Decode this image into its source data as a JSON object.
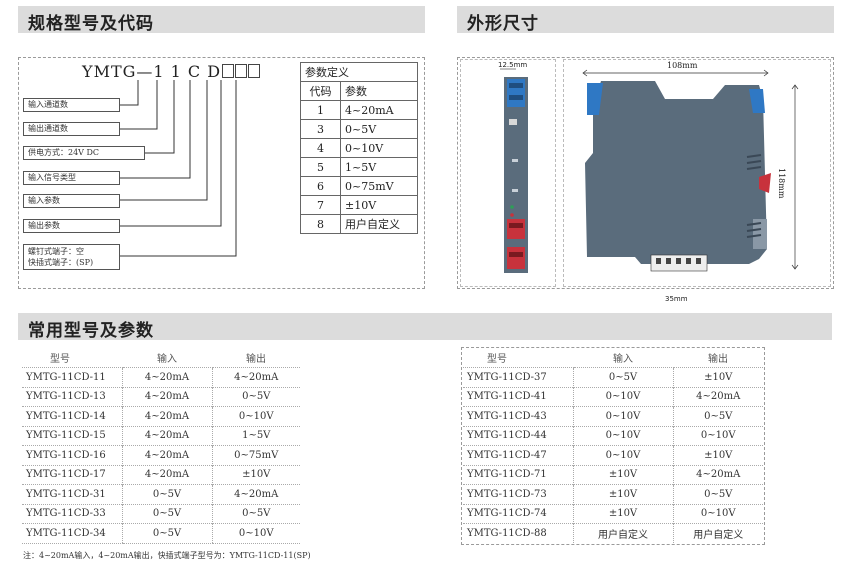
{
  "sections": {
    "spec_title": "规格型号及代码",
    "dimension_title": "外形尺寸",
    "common_title": "常用型号及参数"
  },
  "model_code": {
    "text": "YMTG—1 1 C D",
    "labels": [
      "输入通道数",
      "输出通道数",
      "供电方式：24V DC",
      "输入信号类型",
      "输入参数",
      "输出参数"
    ],
    "terminal_label_line1": "螺钉式端子：空",
    "terminal_label_line2": "快插式端子：(SP)"
  },
  "param_table": {
    "title": "参数定义",
    "headers": [
      "代码",
      "参数"
    ],
    "rows": [
      {
        "code": "1",
        "param": "4~20mA"
      },
      {
        "code": "3",
        "param": "0~5V"
      },
      {
        "code": "4",
        "param": "0~10V"
      },
      {
        "code": "5",
        "param": "1~5V"
      },
      {
        "code": "6",
        "param": "0~75mV"
      },
      {
        "code": "7",
        "param": "±10V"
      },
      {
        "code": "8",
        "param": "用户自定义"
      }
    ]
  },
  "dimensions": {
    "front_width": "12.5mm",
    "width": "108mm",
    "height": "118mm",
    "rail": "35mm"
  },
  "common_models": {
    "headers": [
      "型号",
      "输入",
      "输出"
    ],
    "left": [
      {
        "model": "YMTG-11CD-11",
        "input": "4~20mA",
        "output": "4~20mA"
      },
      {
        "model": "YMTG-11CD-13",
        "input": "4~20mA",
        "output": "0~5V"
      },
      {
        "model": "YMTG-11CD-14",
        "input": "4~20mA",
        "output": "0~10V"
      },
      {
        "model": "YMTG-11CD-15",
        "input": "4~20mA",
        "output": "1~5V"
      },
      {
        "model": "YMTG-11CD-16",
        "input": "4~20mA",
        "output": "0~75mV"
      },
      {
        "model": "YMTG-11CD-17",
        "input": "4~20mA",
        "output": "±10V"
      },
      {
        "model": "YMTG-11CD-31",
        "input": "0~5V",
        "output": "4~20mA"
      },
      {
        "model": "YMTG-11CD-33",
        "input": "0~5V",
        "output": "0~5V"
      },
      {
        "model": "YMTG-11CD-34",
        "input": "0~5V",
        "output": "0~10V"
      }
    ],
    "right": [
      {
        "model": "YMTG-11CD-37",
        "input": "0~5V",
        "output": "±10V"
      },
      {
        "model": "YMTG-11CD-41",
        "input": "0~10V",
        "output": "4~20mA"
      },
      {
        "model": "YMTG-11CD-43",
        "input": "0~10V",
        "output": "0~5V"
      },
      {
        "model": "YMTG-11CD-44",
        "input": "0~10V",
        "output": "0~10V"
      },
      {
        "model": "YMTG-11CD-47",
        "input": "0~10V",
        "output": "±10V"
      },
      {
        "model": "YMTG-11CD-71",
        "input": "±10V",
        "output": "4~20mA"
      },
      {
        "model": "YMTG-11CD-73",
        "input": "±10V",
        "output": "0~5V"
      },
      {
        "model": "YMTG-11CD-74",
        "input": "±10V",
        "output": "0~10V"
      },
      {
        "model": "YMTG-11CD-88",
        "input": "用户自定义",
        "output": "用户自定义"
      }
    ]
  },
  "note": "注：4~20mA输入，4~20mA输出，快插式端子型号为：YMTG-11CD-11(SP)",
  "colors": {
    "section_bar": "#dcdcdc",
    "device_body": "#5a6c7c",
    "device_blue": "#2f78c4",
    "device_red": "#c8323c",
    "device_green": "#2e9e57"
  }
}
